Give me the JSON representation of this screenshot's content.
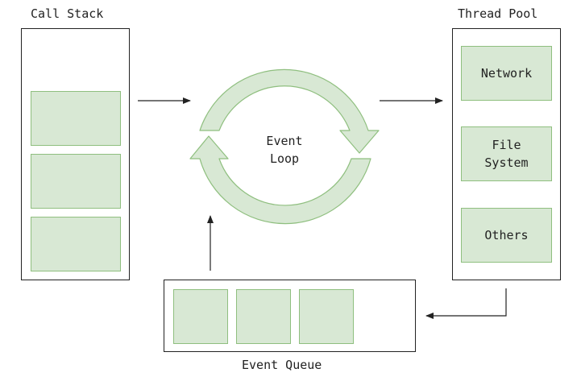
{
  "call_stack": {
    "title": "Call Stack",
    "frames": [
      "",
      "",
      ""
    ]
  },
  "event_loop": {
    "line1": "Event",
    "line2": "Loop"
  },
  "thread_pool": {
    "title": "Thread Pool",
    "workers": [
      {
        "label": "Network"
      },
      {
        "label": "File\nSystem"
      },
      {
        "label": "Others"
      }
    ]
  },
  "event_queue": {
    "title": "Event Queue",
    "items": [
      "",
      "",
      ""
    ]
  },
  "colors": {
    "cell_fill": "#d8e8d4",
    "cell_stroke": "#8fbf7f",
    "line": "#222222"
  }
}
